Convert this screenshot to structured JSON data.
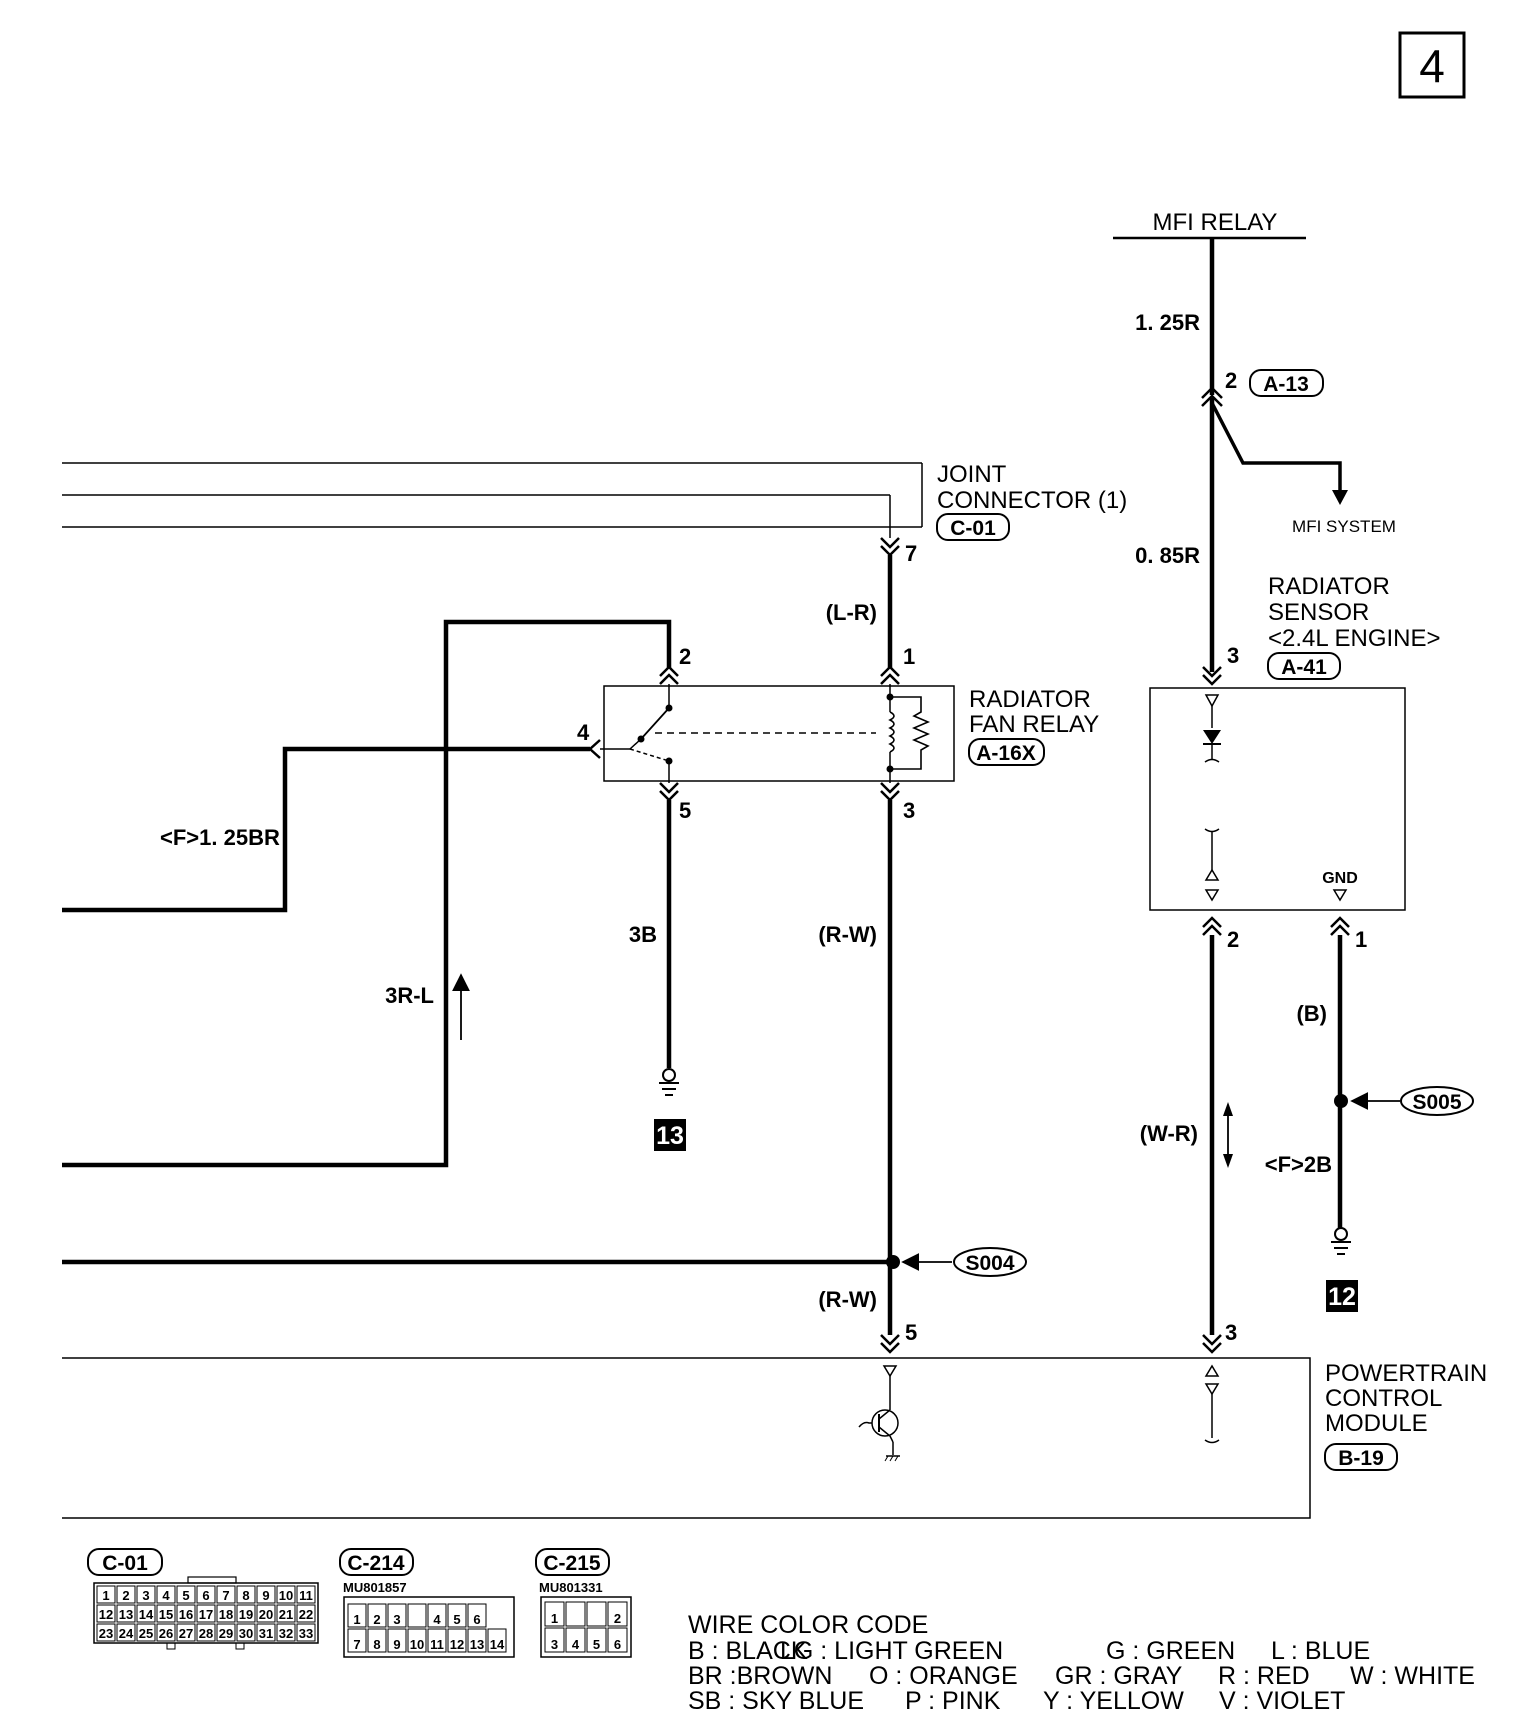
{
  "page_number": "4",
  "components": {
    "mfi_relay": "MFI RELAY",
    "mfi_system": "MFI SYSTEM",
    "joint_connector": [
      "JOINT",
      "CONNECTOR (1)"
    ],
    "joint_connector_id": "C-01",
    "radiator_sensor": [
      "RADIATOR",
      "SENSOR",
      "<2.4L ENGINE>"
    ],
    "radiator_sensor_id": "A-41",
    "radiator_fan_relay": [
      "RADIATOR",
      "FAN RELAY"
    ],
    "radiator_fan_relay_id": "A-16X",
    "pcm": [
      "POWERTRAIN",
      "CONTROL",
      "MODULE"
    ],
    "pcm_id": "B-19",
    "a13_id": "A-13",
    "gnd_label": "GND"
  },
  "wires": {
    "w_125r": "1. 25R",
    "w_085r": "0. 85R",
    "w_lr": "(L-R)",
    "w_f125br": "<F>1. 25BR",
    "w_3b": "3B",
    "w_rw1": "(R-W)",
    "w_3rl": "3R-L",
    "w_wr": "(W-R)",
    "w_b": "(B)",
    "w_f2b": "<F>2B",
    "w_rw2": "(R-W)"
  },
  "pins": {
    "a13_2": "2",
    "jc_7": "7",
    "fan_1": "1",
    "fan_2": "2",
    "fan_4": "4",
    "fan_5": "5",
    "fan_3": "3",
    "sensor_3": "3",
    "sensor_2": "2",
    "sensor_1": "1",
    "pcm_5": "5",
    "pcm_3": "3"
  },
  "splices": {
    "s005": "S005",
    "s004": "S004"
  },
  "grounds": {
    "g13": "13",
    "g12": "12"
  },
  "connector_views": {
    "c01": {
      "id": "C-01",
      "rows": [
        [
          "1",
          "2",
          "3",
          "4",
          "5",
          "6",
          "7",
          "8",
          "9",
          "10",
          "11"
        ],
        [
          "12",
          "13",
          "14",
          "15",
          "16",
          "17",
          "18",
          "19",
          "20",
          "21",
          "22"
        ],
        [
          "23",
          "24",
          "25",
          "26",
          "27",
          "28",
          "29",
          "30",
          "31",
          "32",
          "33"
        ]
      ]
    },
    "c214": {
      "id": "C-214",
      "part": "MU801857",
      "rows": [
        [
          "1",
          "2",
          "3",
          "",
          "4",
          "5",
          "6"
        ],
        [
          "7",
          "8",
          "9",
          "10",
          "11",
          "12",
          "13",
          "14"
        ]
      ]
    },
    "c215": {
      "id": "C-215",
      "part": "MU801331",
      "rows": [
        [
          "1",
          "",
          "",
          "2"
        ],
        [
          "3",
          "4",
          "5",
          "6"
        ]
      ]
    }
  },
  "wire_color_code": {
    "title": "WIRE COLOR CODE",
    "lines": [
      [
        "B : BLACK",
        "LG : LIGHT GREEN",
        "G : GREEN",
        "L : BLUE"
      ],
      [
        "BR :BROWN",
        "O : ORANGE",
        "GR : GRAY",
        "R : RED",
        "W : WHITE"
      ],
      [
        "SB : SKY BLUE",
        "P : PINK",
        "Y : YELLOW",
        "V : VIOLET"
      ]
    ]
  }
}
